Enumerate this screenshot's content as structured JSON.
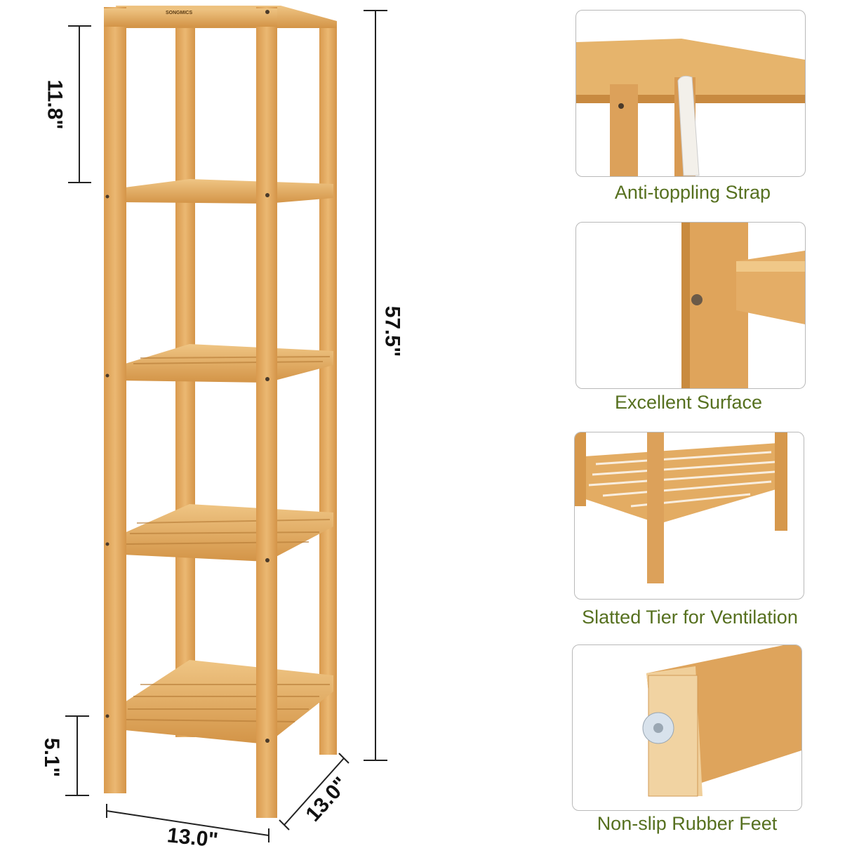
{
  "brand": {
    "logo_text": "SONGMICS"
  },
  "dimensions": {
    "shelf_spacing": "11.8\"",
    "total_height": "57.5\"",
    "bottom_clearance": "5.1\"",
    "width": "13.0\"",
    "depth": "13.0\""
  },
  "features": [
    {
      "caption": "Anti-toppling Strap"
    },
    {
      "caption": "Excellent Surface"
    },
    {
      "caption": "Slatted Tier for Ventilation"
    },
    {
      "caption": "Non-slip Rubber Feet"
    }
  ],
  "colors": {
    "bamboo": "#e3ac63",
    "bamboo_dark": "#c98b3f",
    "caption": "#56701f"
  }
}
